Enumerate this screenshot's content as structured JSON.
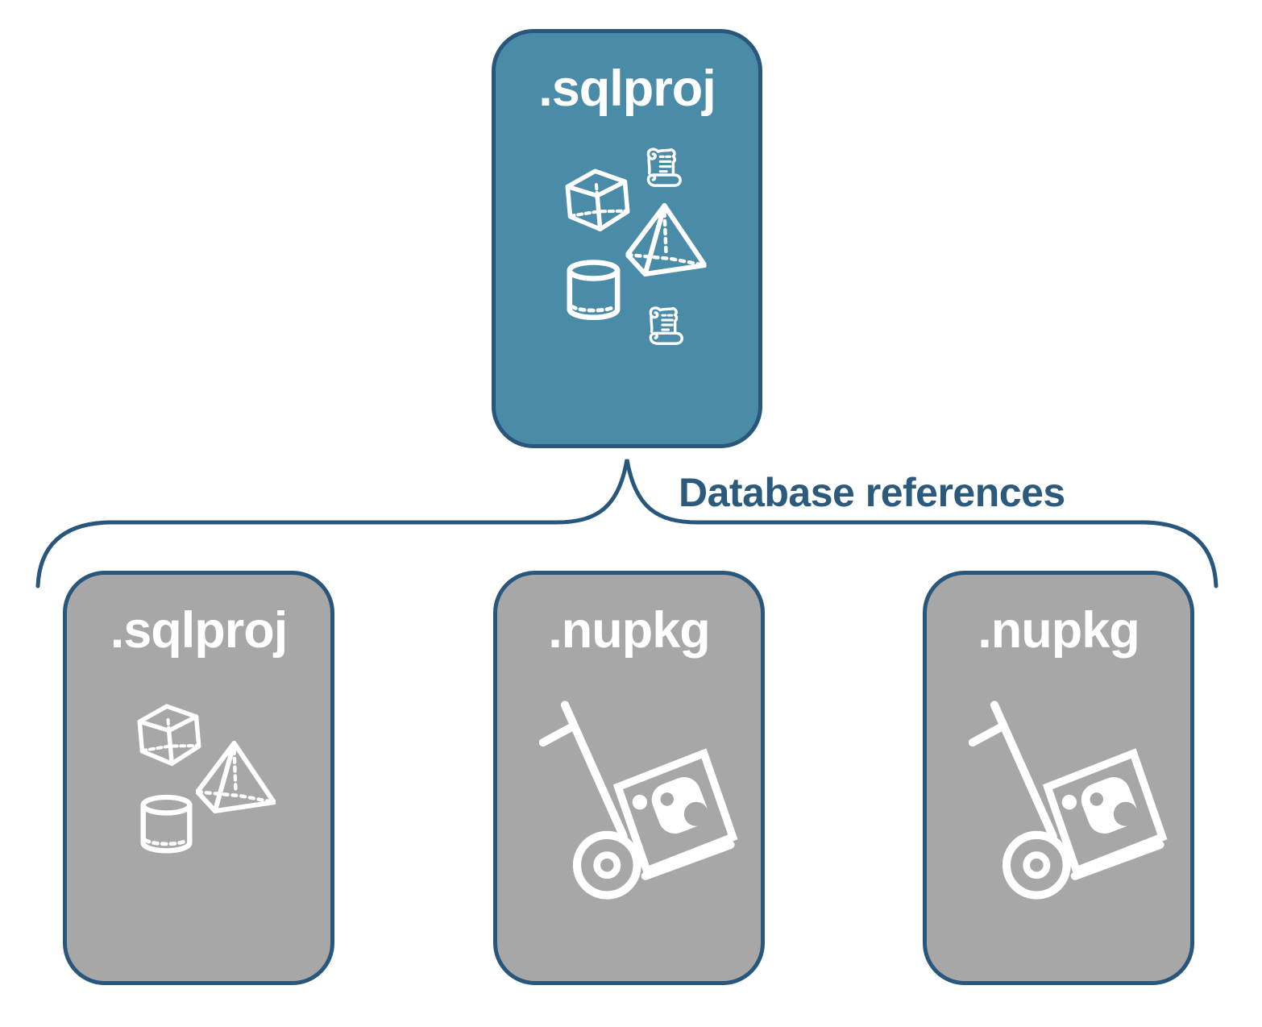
{
  "root_node": {
    "label": ".sqlproj"
  },
  "connector_label": "Database references",
  "child_nodes": [
    {
      "label": ".sqlproj"
    },
    {
      "label": ".nupkg"
    },
    {
      "label": ".nupkg"
    }
  ],
  "icons": {
    "root": [
      "script-scroll",
      "cube",
      "pyramid",
      "cylinder",
      "script-scroll"
    ],
    "child_sqlproj": [
      "cube",
      "pyramid",
      "cylinder"
    ],
    "child_nupkg": [
      "nuget-package-hand-truck"
    ]
  },
  "colors": {
    "root_fill": "#4a8ba8",
    "child_fill": "#a7a7a7",
    "outline": "#29567b",
    "connector_text": "#2b5a7d",
    "icon": "#ffffff",
    "background": "#ffffff"
  }
}
